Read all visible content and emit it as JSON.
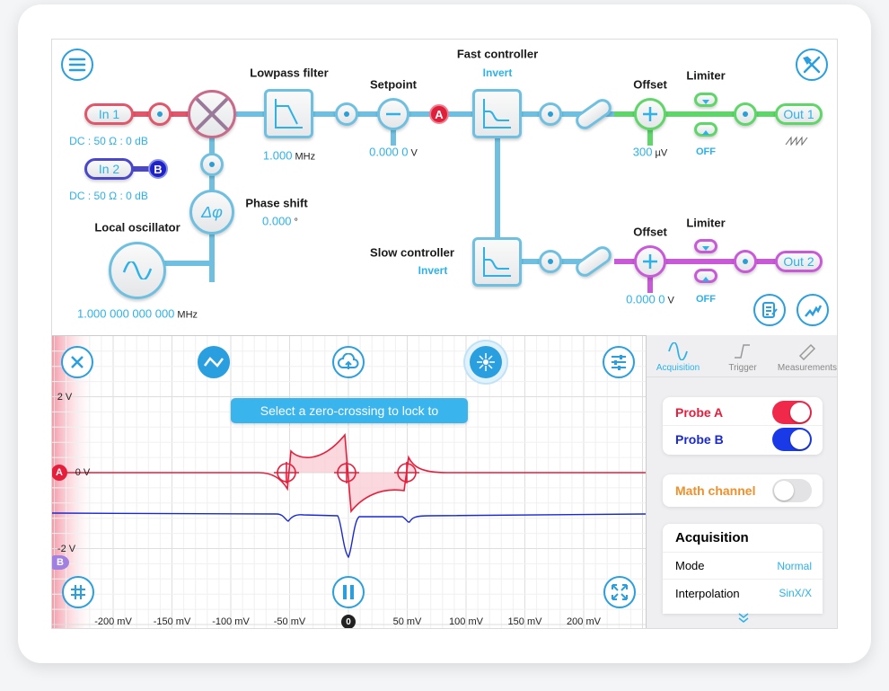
{
  "diagram": {
    "in1": {
      "label": "In 1",
      "info": "DC : 50 Ω : 0 dB"
    },
    "in2": {
      "label": "In 2",
      "info": "DC : 50 Ω : 0 dB"
    },
    "badge_a": "A",
    "badge_b": "B",
    "lowpass": {
      "title": "Lowpass filter",
      "value": "1.000",
      "unit": "MHz"
    },
    "setpoint": {
      "title": "Setpoint",
      "value": "0.000 0",
      "unit": "V"
    },
    "phase": {
      "title": "Phase shift",
      "value": "0.000",
      "unit": "°",
      "symbol": "Δφ"
    },
    "lo": {
      "title": "Local oscillator",
      "value": "1.000 000 000 000",
      "unit": "MHz"
    },
    "fast": {
      "title": "Fast controller",
      "mode": "Invert"
    },
    "slow": {
      "title": "Slow controller",
      "mode": "Invert"
    },
    "out1": {
      "offset_title": "Offset",
      "offset_value": "300",
      "offset_unit": "µV",
      "limiter_title": "Limiter",
      "limiter_state": "OFF",
      "label": "Out 1"
    },
    "out2": {
      "offset_title": "Offset",
      "offset_value": "0.000 0",
      "offset_unit": "V",
      "limiter_title": "Limiter",
      "limiter_state": "OFF",
      "label": "Out 2"
    },
    "colors": {
      "in1": "#e0566a",
      "in2": "#4a48c8",
      "out1": "#5fd56a",
      "out2": "#c85ad8",
      "accent": "#2cb2e8"
    }
  },
  "scope": {
    "banner": "Select a zero-crossing to lock to",
    "y_labels": [
      "2 V",
      "0 V",
      "-2 V"
    ],
    "x_labels": [
      "-200 mV",
      "-150 mV",
      "-100 mV",
      "-50 mV",
      "50 mV",
      "100 mV",
      "150 mV",
      "200 mV"
    ],
    "zero_marker": "0",
    "probe_a": "A",
    "probe_b": "B"
  },
  "panel": {
    "tabs": [
      "Acquisition",
      "Trigger",
      "Measurements"
    ],
    "probe_a": "Probe A",
    "probe_b": "Probe B",
    "probe_a_on": true,
    "probe_b_on": true,
    "math": "Math channel",
    "math_on": false,
    "acq_title": "Acquisition",
    "mode_label": "Mode",
    "mode_value": "Normal",
    "interp_label": "Interpolation",
    "interp_value": "SinX/X"
  }
}
